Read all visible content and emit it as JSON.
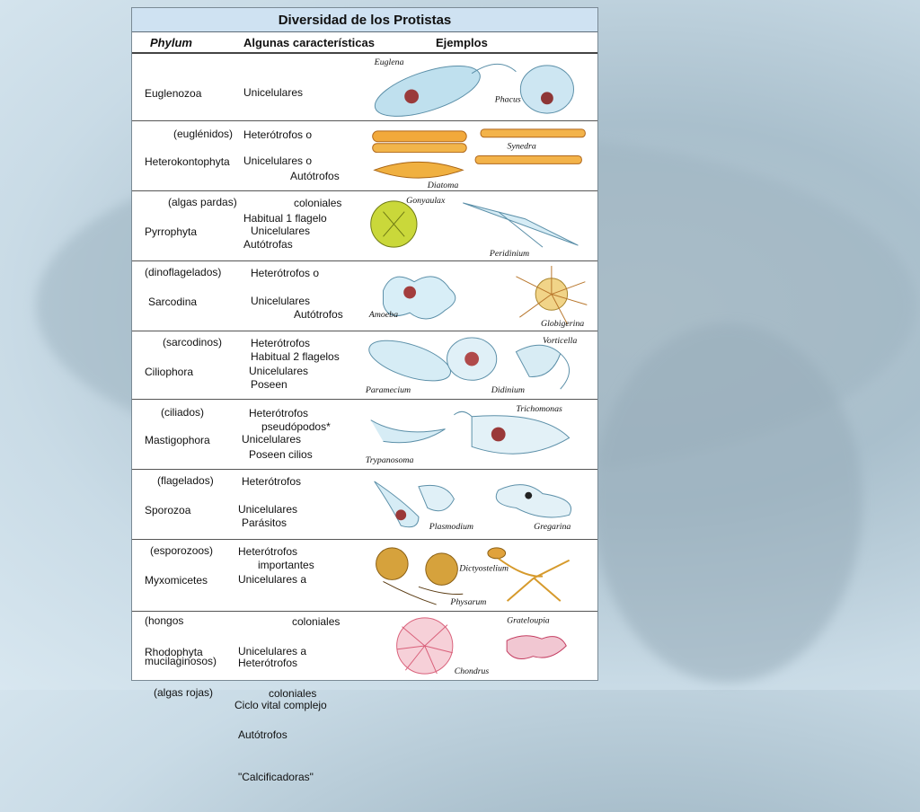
{
  "title": "Diversidad de los Protistas",
  "headers": {
    "phylum": "Phylum",
    "caracteristicas": "Algunas características",
    "ejemplos": "Ejemplos"
  },
  "rows": [
    {
      "phylum": "Euglenozoa",
      "group": "(euglénidos)",
      "chars": [
        "Unicelulares",
        "Heterótrofos o",
        "Autótrofos",
        "Habitual 1 flagelo"
      ],
      "examples": [
        "Euglena",
        "Phacus"
      ]
    },
    {
      "phylum": "Heterokontophyta",
      "group": "(algas pardas)",
      "chars": [
        "Unicelulares o",
        "coloniales",
        "Autótrofas"
      ],
      "examples": [
        "Synedra",
        "Diatoma"
      ]
    },
    {
      "phylum": "Pyrrophyta",
      "group": "(dinoflagelados)",
      "chars": [
        "Unicelulares",
        "Heterótrofos o",
        "Autótrofos",
        "Habitual 2 flagelos"
      ],
      "examples": [
        "Gonyaulax",
        "Peridinium"
      ]
    },
    {
      "phylum": "Sarcodina",
      "group": "(sarcodinos)",
      "chars": [
        "Unicelulares",
        "Heterótrofos",
        "Poseen",
        "pseudópodos*"
      ],
      "examples": [
        "Amoeba",
        "Globigerina"
      ]
    },
    {
      "phylum": "Ciliophora",
      "group": "(ciliados)",
      "chars": [
        "Unicelulares",
        "Heterótrofos",
        "Poseen cilios"
      ],
      "examples": [
        "Vorticella",
        "Paramecium",
        "Didinium"
      ]
    },
    {
      "phylum": "Mastigophora",
      "group": "(flagelados)",
      "chars": [
        "Unicelulares",
        "Heterótrofos",
        "Parásitos",
        "importantes"
      ],
      "examples": [
        "Trichomonas",
        "Trypanosoma"
      ]
    },
    {
      "phylum": "Sporozoa",
      "group": "(esporozoos)",
      "chars": [
        "Unicelulares",
        "Heterótrofos"
      ],
      "examples": [
        "Plasmodium",
        "Gregarina"
      ]
    },
    {
      "phylum": "Myxomicetes",
      "group": "(hongos",
      "group2": "mucilaginosos)",
      "chars": [
        "Unicelulares a",
        "coloniales",
        "Heterótrofos",
        "Ciclo vital complejo"
      ],
      "examples": [
        "Dictyostelium",
        "Physarum"
      ]
    },
    {
      "phylum": "Rhodophyta",
      "group": "(algas rojas)",
      "chars": [
        "Unicelulares a",
        "coloniales",
        "Autótrofos",
        "\"Calcificadoras\""
      ],
      "examples": [
        "Grateloupia",
        "Chondrus"
      ]
    }
  ],
  "colors": {
    "header_bg": "#cfe2f2",
    "background": "#b7c6cf"
  }
}
